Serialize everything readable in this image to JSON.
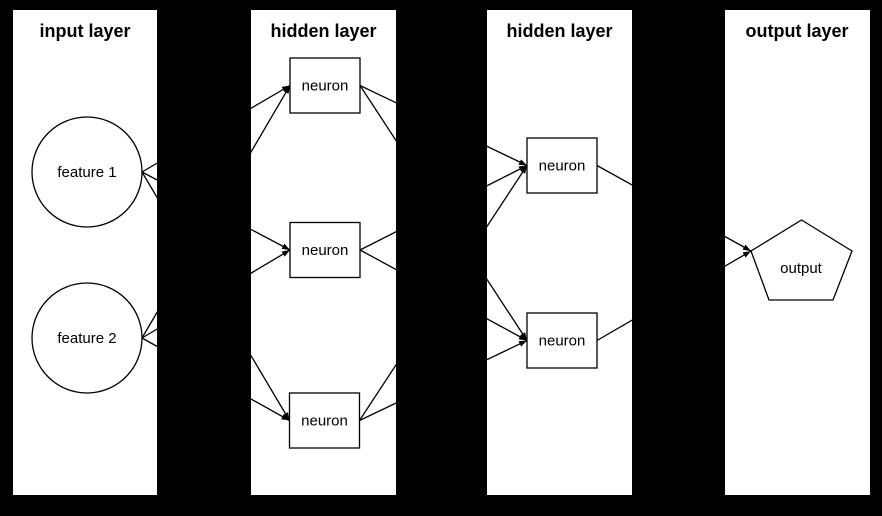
{
  "diagram": {
    "type": "neural-network",
    "colors": {
      "background": "#000000",
      "panel_fill": "#ffffff",
      "line": "#000000",
      "text": "#000000"
    },
    "layers": [
      {
        "id": "input",
        "title": "input layer",
        "nodes": [
          {
            "id": "feature1",
            "label": "feature 1",
            "shape": "circle"
          },
          {
            "id": "feature2",
            "label": "feature 2",
            "shape": "circle"
          }
        ]
      },
      {
        "id": "hidden1",
        "title": "hidden layer",
        "nodes": [
          {
            "id": "h1n1",
            "label": "neuron",
            "shape": "rectangle"
          },
          {
            "id": "h1n2",
            "label": "neuron",
            "shape": "rectangle"
          },
          {
            "id": "h1n3",
            "label": "neuron",
            "shape": "rectangle"
          }
        ]
      },
      {
        "id": "hidden2",
        "title": "hidden layer",
        "nodes": [
          {
            "id": "h2n1",
            "label": "neuron",
            "shape": "rectangle"
          },
          {
            "id": "h2n2",
            "label": "neuron",
            "shape": "rectangle"
          }
        ]
      },
      {
        "id": "output",
        "title": "output layer",
        "nodes": [
          {
            "id": "output1",
            "label": "output",
            "shape": "pentagon"
          }
        ]
      }
    ],
    "edges": [
      {
        "from": "feature1",
        "to": "h1n1"
      },
      {
        "from": "feature1",
        "to": "h1n2"
      },
      {
        "from": "feature1",
        "to": "h1n3"
      },
      {
        "from": "feature2",
        "to": "h1n1"
      },
      {
        "from": "feature2",
        "to": "h1n2"
      },
      {
        "from": "feature2",
        "to": "h1n3"
      },
      {
        "from": "h1n1",
        "to": "h2n1"
      },
      {
        "from": "h1n1",
        "to": "h2n2"
      },
      {
        "from": "h1n2",
        "to": "h2n1"
      },
      {
        "from": "h1n2",
        "to": "h2n2"
      },
      {
        "from": "h1n3",
        "to": "h2n1"
      },
      {
        "from": "h1n3",
        "to": "h2n2"
      },
      {
        "from": "h2n1",
        "to": "output1"
      },
      {
        "from": "h2n2",
        "to": "output1"
      }
    ]
  }
}
